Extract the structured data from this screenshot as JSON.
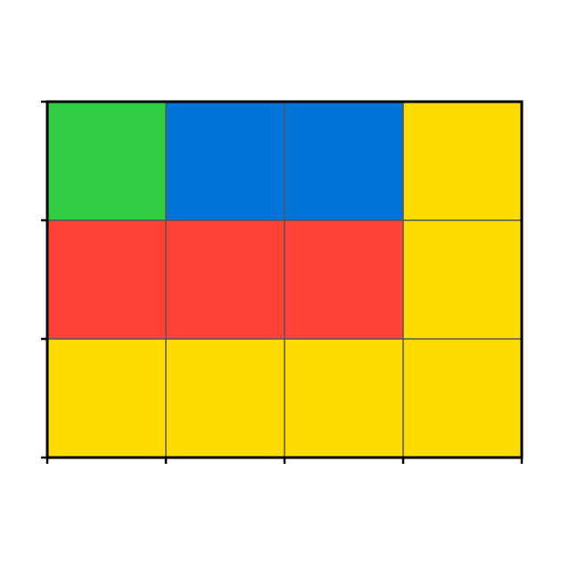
{
  "board": {
    "rows": 3,
    "cols": 4,
    "palette": {
      "green": "#2ecc40",
      "blue": "#0074d9",
      "red": "#ff4136",
      "yellow": "#ffdc00"
    },
    "grid_line_color": "#555555",
    "frame_color": "#000000",
    "cells": [
      [
        "green",
        "blue",
        "blue",
        "yellow"
      ],
      [
        "red",
        "red",
        "red",
        "yellow"
      ],
      [
        "yellow",
        "yellow",
        "yellow",
        "yellow"
      ]
    ]
  }
}
